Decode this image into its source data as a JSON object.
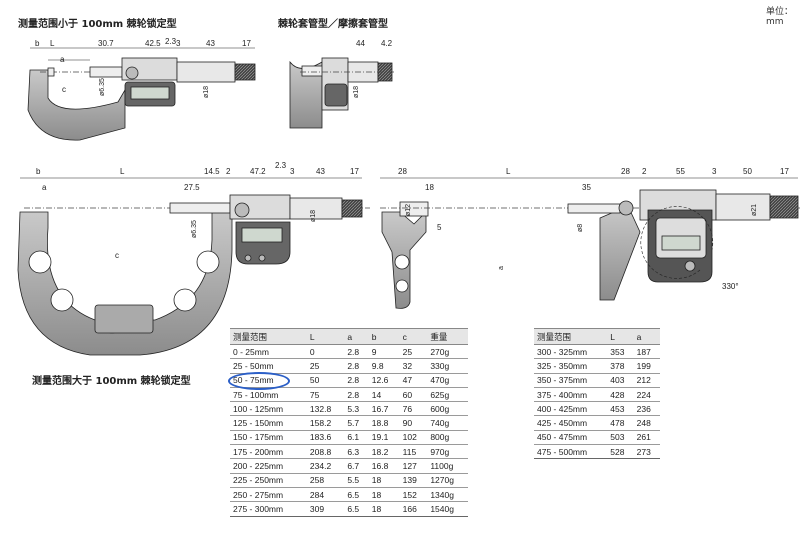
{
  "unit_label": "单位：mm",
  "titles": {
    "small_ratchet": "测量范围小于 100mm 棘轮锁定型",
    "sleeve_types": "棘轮套管型／摩擦套管型",
    "large_ratchet": "测量范围大于 100mm 棘轮锁定型"
  },
  "dims": {
    "top_left": [
      "b",
      "a",
      "c",
      "L",
      "30.7",
      "42.5",
      "2.3",
      "3",
      "43",
      "17",
      "ø6.35",
      "ø18"
    ],
    "top_right": [
      "44",
      "4.2",
      "ø18"
    ],
    "mid_left": [
      "b",
      "L",
      "14.5",
      "2",
      "47.2",
      "2.3",
      "3",
      "43",
      "17",
      "27.5",
      "a",
      "c",
      "ø6.35",
      "ø18"
    ],
    "mid_right": [
      "28",
      "18",
      "L",
      "28",
      "2",
      "55",
      "3",
      "50",
      "17",
      "35",
      "ø12",
      "ø8",
      "5",
      "a",
      "ø21",
      "330°"
    ]
  },
  "table_left": {
    "headers": [
      "测量范围",
      "L",
      "a",
      "b",
      "c",
      "重量"
    ],
    "rows": [
      [
        "0 - 25mm",
        "0",
        "2.8",
        "9",
        "25",
        "270g"
      ],
      [
        "25 - 50mm",
        "25",
        "2.8",
        "9.8",
        "32",
        "330g"
      ],
      [
        "50 - 75mm",
        "50",
        "2.8",
        "12.6",
        "47",
        "470g"
      ],
      [
        "75 - 100mm",
        "75",
        "2.8",
        "14",
        "60",
        "625g"
      ],
      [
        "100 - 125mm",
        "132.8",
        "5.3",
        "16.7",
        "76",
        "600g"
      ],
      [
        "125 - 150mm",
        "158.2",
        "5.7",
        "18.8",
        "90",
        "740g"
      ],
      [
        "150 - 175mm",
        "183.6",
        "6.1",
        "19.1",
        "102",
        "800g"
      ],
      [
        "175 - 200mm",
        "208.8",
        "6.3",
        "18.2",
        "115",
        "970g"
      ],
      [
        "200 - 225mm",
        "234.2",
        "6.7",
        "16.8",
        "127",
        "1100g"
      ],
      [
        "225 - 250mm",
        "258",
        "5.5",
        "18",
        "139",
        "1270g"
      ],
      [
        "250 - 275mm",
        "284",
        "6.5",
        "18",
        "152",
        "1340g"
      ],
      [
        "275 - 300mm",
        "309",
        "6.5",
        "18",
        "166",
        "1540g"
      ]
    ]
  },
  "table_right": {
    "headers": [
      "测量范围",
      "L",
      "a"
    ],
    "rows": [
      [
        "300 - 325mm",
        "353",
        "187"
      ],
      [
        "325 - 350mm",
        "378",
        "199"
      ],
      [
        "350 - 375mm",
        "403",
        "212"
      ],
      [
        "375 - 400mm",
        "428",
        "224"
      ],
      [
        "400 - 425mm",
        "453",
        "236"
      ],
      [
        "425 - 450mm",
        "478",
        "248"
      ],
      [
        "450 - 475mm",
        "503",
        "261"
      ],
      [
        "475 - 500mm",
        "528",
        "273"
      ]
    ]
  },
  "highlight_color": "#2b5fc7"
}
